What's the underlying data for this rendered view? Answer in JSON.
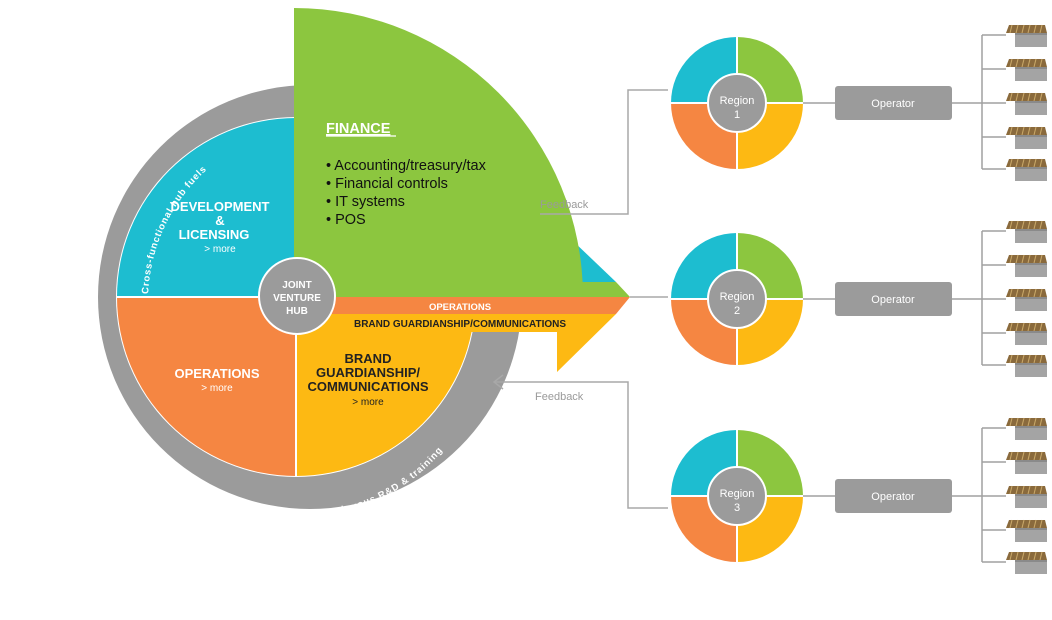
{
  "ring": {
    "top_text": "Cross-functional hub fuels",
    "bottom_text": "Consistently great customer experience via continuous R&D & training"
  },
  "hub": {
    "line1": "JOINT",
    "line2": "VENTURE",
    "line3": "HUB"
  },
  "quadrants": {
    "development": {
      "line1": "DEVELOPMENT",
      "line2": "&",
      "line3": "LICENSING",
      "more": "> more"
    },
    "operations": {
      "title": "OPERATIONS",
      "more": "> more"
    },
    "brand": {
      "line1": "BRAND",
      "line2": "GUARDIANSHIP/",
      "line3": "COMMUNICATIONS",
      "more": "> more"
    }
  },
  "finance": {
    "title": "FINANCE",
    "bullets": [
      "• Accounting/treasury/tax",
      "• Financial controls",
      "• IT systems",
      "• POS"
    ]
  },
  "arrow": {
    "operations_label": "OPERATIONS",
    "brand_label": "BRAND GUARDIANSHIP/COMMUNICATIONS"
  },
  "feedback": {
    "top": "Feedback",
    "bottom": "Feedback"
  },
  "regions": [
    {
      "label": "Region",
      "number": "1",
      "operator": "Operator"
    },
    {
      "label": "Region",
      "number": "2",
      "operator": "Operator"
    },
    {
      "label": "Region",
      "number": "3",
      "operator": "Operator"
    }
  ],
  "colors": {
    "cyan": "#1dbdd0",
    "green": "#8cc63f",
    "orange": "#f58642",
    "yellow": "#fdb913",
    "gray": "#9b9b9b",
    "dark_gray": "#7a7a7a",
    "line": "#a0a0a0",
    "store_roof": "#8a6a3c"
  },
  "icons": {
    "store": "store-icon"
  }
}
